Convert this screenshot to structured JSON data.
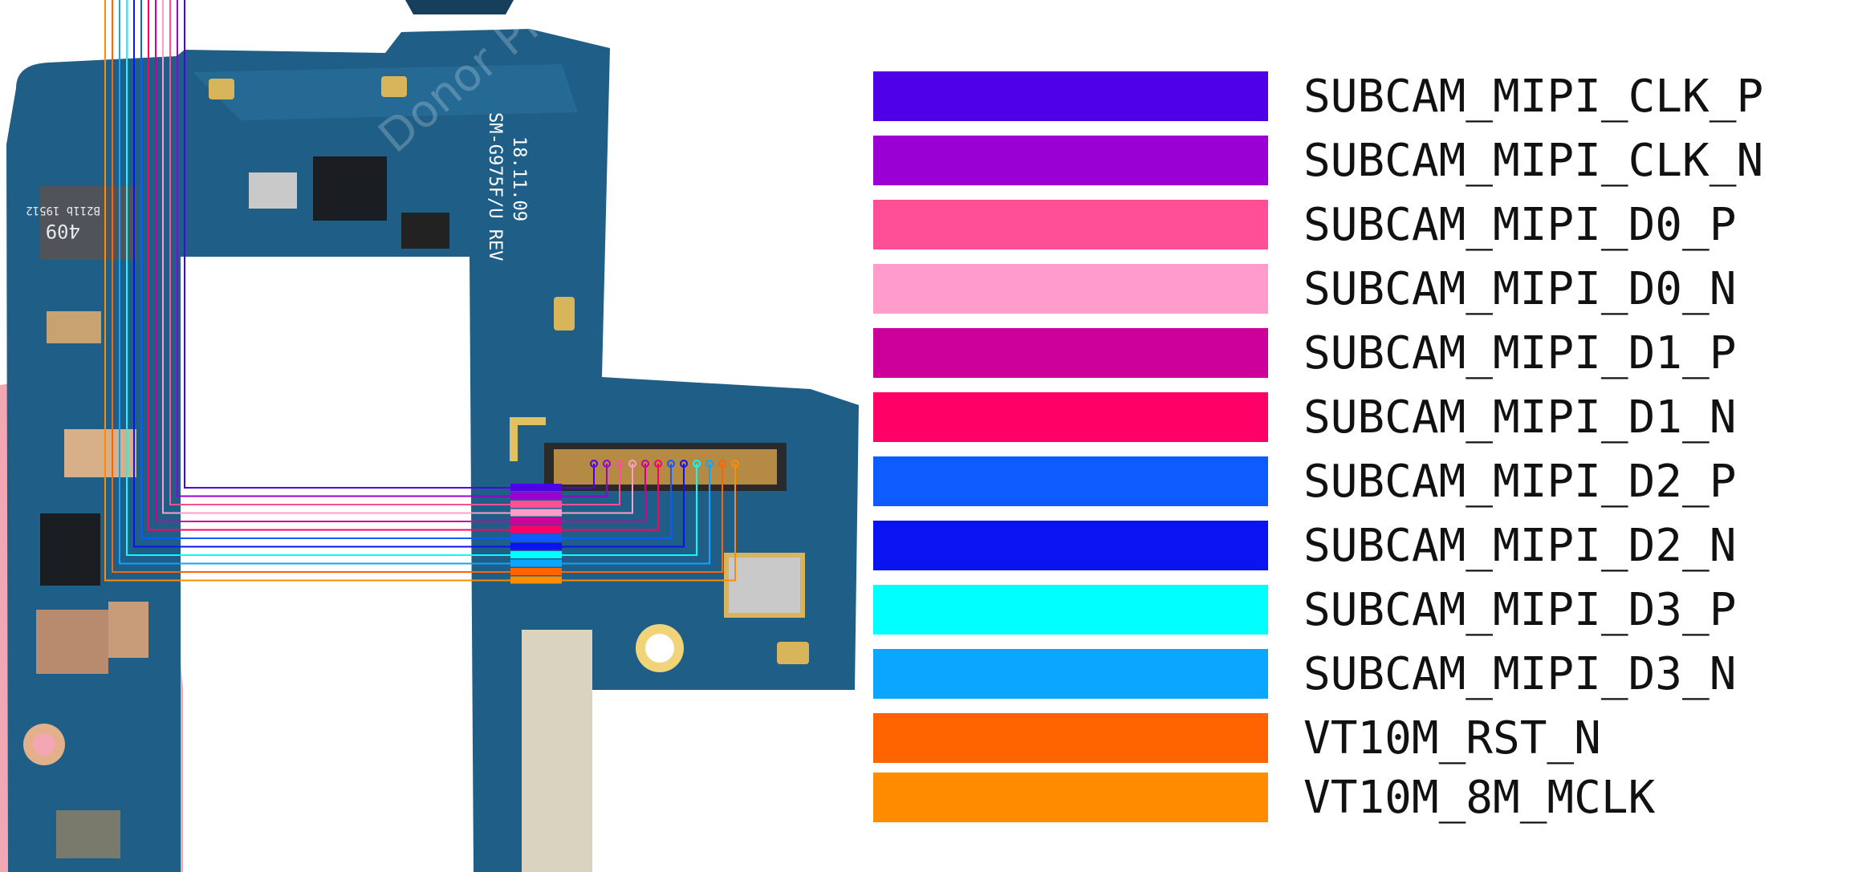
{
  "board": {
    "watermark_text": "Donor Phone",
    "model_text": "SM-G975F/U REV",
    "date_text": "18.11.09",
    "chip_text": "409",
    "chip_text_2": "B211b 19512"
  },
  "signals": [
    {
      "name": "SUBCAM_MIPI_CLK_P",
      "color": "#4f00e6"
    },
    {
      "name": "SUBCAM_MIPI_CLK_N",
      "color": "#9a00d3"
    },
    {
      "name": "SUBCAM_MIPI_D0_P",
      "color": "#ff4f96"
    },
    {
      "name": "SUBCAM_MIPI_D0_N",
      "color": "#ff9ccc"
    },
    {
      "name": "SUBCAM_MIPI_D1_P",
      "color": "#cc0099"
    },
    {
      "name": "SUBCAM_MIPI_D1_N",
      "color": "#ff0066"
    },
    {
      "name": "SUBCAM_MIPI_D2_P",
      "color": "#0d5cff"
    },
    {
      "name": "SUBCAM_MIPI_D2_N",
      "color": "#0a14f0"
    },
    {
      "name": "SUBCAM_MIPI_D3_P",
      "color": "#00ffff"
    },
    {
      "name": "SUBCAM_MIPI_D3_N",
      "color": "#0aa6ff"
    },
    {
      "name": "VT10M_RST_N",
      "color": "#ff6400"
    },
    {
      "name": "VT10M_8M_MCLK",
      "color": "#ff8c00"
    }
  ]
}
